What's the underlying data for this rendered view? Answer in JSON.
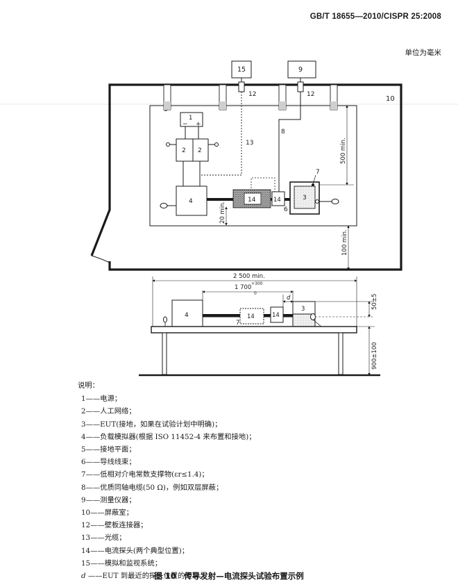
{
  "header": {
    "standard": "GB/T 18655—2010/CISPR 25:2008"
  },
  "unit_note": "单位为毫米",
  "top_view": {
    "labels": {
      "l15": "15",
      "l9": "9",
      "l12a": "12",
      "l12b": "12",
      "l10": "10",
      "l5": "5",
      "l1": "1",
      "minus": "−",
      "plus": "+",
      "l2a": "2",
      "l2b": "2",
      "l8": "8",
      "l13": "13",
      "l7": "7",
      "l4": "4",
      "l14a": "14",
      "l14b": "14",
      "l3": "3",
      "l6": "6"
    },
    "dims": {
      "d500": "500 min.",
      "d20": "20 min.",
      "d100": "100 min."
    }
  },
  "side_view": {
    "labels": {
      "l4": "4",
      "l7": "7",
      "l14a": "14",
      "l14b": "14",
      "l3": "3"
    },
    "dims": {
      "d2500": "2 500 min.",
      "d1700": "1 700",
      "d1700_sup": "+300",
      "d1700_sub": "0",
      "d_label": "d",
      "d50": "50±5",
      "d900": "900±100"
    }
  },
  "legend": {
    "title": "说明：",
    "items": [
      {
        "num": "1",
        "text": "电源；"
      },
      {
        "num": "2",
        "text": "人工网络；"
      },
      {
        "num": "3",
        "text": "EUT(接地，如果在试验计划中明确)；"
      },
      {
        "num": "4",
        "text": "负载模拟器(根据 ISO 11452-4 来布置和接地)；"
      },
      {
        "num": "5",
        "text": "接地平面；"
      },
      {
        "num": "6",
        "text": "导线线束；"
      },
      {
        "num": "7",
        "text": "低相对介电常数支撑物(εr≤1.4)；"
      },
      {
        "num": "8",
        "text": "优质同轴电缆(50 Ω)，例如双层屏蔽；"
      },
      {
        "num": "9",
        "text": "测量仪器；"
      },
      {
        "num": "10",
        "text": "屏蔽室；"
      },
      {
        "num": "12",
        "text": "壁板连接器；"
      },
      {
        "num": "13",
        "text": "光缆；"
      },
      {
        "num": "14",
        "text": "电流探头(两个典型位置)；"
      },
      {
        "num": "15",
        "text": "模拟和监视系统；"
      },
      {
        "num": "d",
        "text": "EUT 到最近的探头位置的距离。"
      }
    ]
  },
  "caption": "图 10　传导发射—电流探头试验布置示例"
}
